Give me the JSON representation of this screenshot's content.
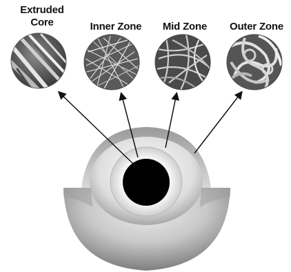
{
  "zones": [
    {
      "id": "core",
      "label": "Extruded\nCore"
    },
    {
      "id": "inner",
      "label": "Inner Zone"
    },
    {
      "id": "mid",
      "label": "Mid Zone"
    },
    {
      "id": "outer",
      "label": "Outer Zone"
    }
  ],
  "colors": {
    "text": "#111111",
    "arrow": "#111111",
    "micrograph_bg": "#6a6a6a",
    "briquette_light": "#e8e8e8",
    "briquette_dark": "#7a7a7a",
    "hole": "#000000"
  }
}
